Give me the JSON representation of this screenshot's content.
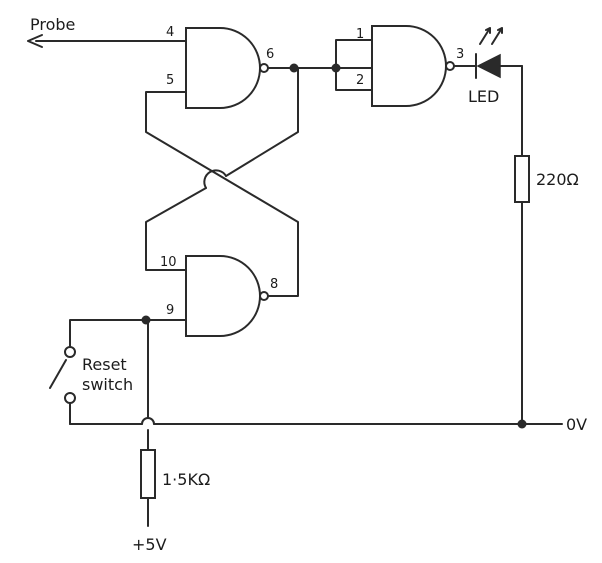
{
  "labels": {
    "probe": "Probe",
    "led": "LED",
    "resistor_led": "220Ω",
    "resistor_pullup": "1·5KΩ",
    "reset_line1": "Reset",
    "reset_line2": "switch",
    "ground": "0V",
    "supply": "+5V"
  },
  "pins": {
    "g1_in_a": "4",
    "g1_in_b": "5",
    "g1_out": "6",
    "g2_in_a": "10",
    "g2_in_b": "9",
    "g2_out": "8",
    "g3_in_a": "1",
    "g3_in_b": "2",
    "g3_out": "3"
  },
  "colors": {
    "ink": "#2a2a2a",
    "background": "#ffffff"
  }
}
